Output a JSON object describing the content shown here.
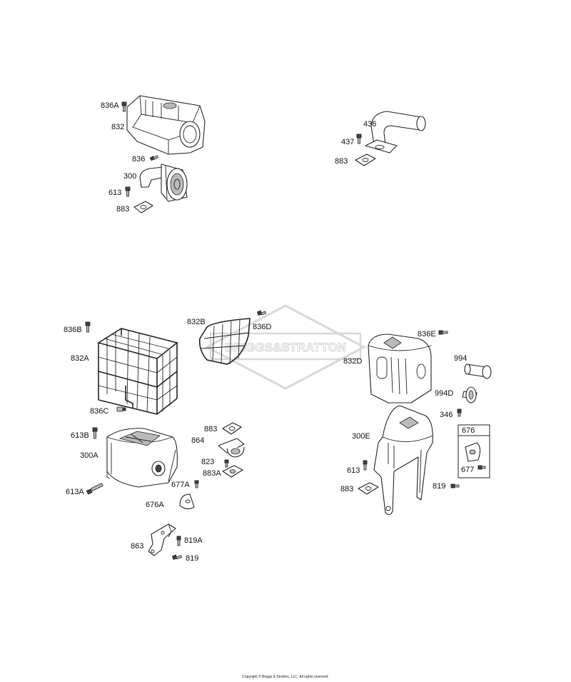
{
  "watermark": "BRIGGS&STRATTON",
  "copyright": "Copyright © Briggs & Stratton, LLC. All rights reserved.",
  "labels": {
    "l836A": "836A",
    "l832": "832",
    "l836": "836",
    "l300": "300",
    "l613": "613",
    "l883a": "883",
    "l436": "436",
    "l437": "437",
    "l883b": "883",
    "l836B": "836B",
    "l832A": "832A",
    "l836C": "836C",
    "l832B": "832B",
    "l836D": "836D",
    "l613B": "613B",
    "l300A": "300A",
    "l613A": "613A",
    "l883c": "883",
    "l864": "864",
    "l823": "823",
    "l883A": "883A",
    "l677A": "677A",
    "l676A": "676A",
    "l863": "863",
    "l819A": "819A",
    "l819a": "819",
    "l836E": "836E",
    "l832D": "832D",
    "l994": "994",
    "l994D": "994D",
    "l346": "346",
    "l300E": "300E",
    "l676": "676",
    "l613c": "613",
    "l677": "677",
    "l819b": "819",
    "l883d": "883"
  }
}
